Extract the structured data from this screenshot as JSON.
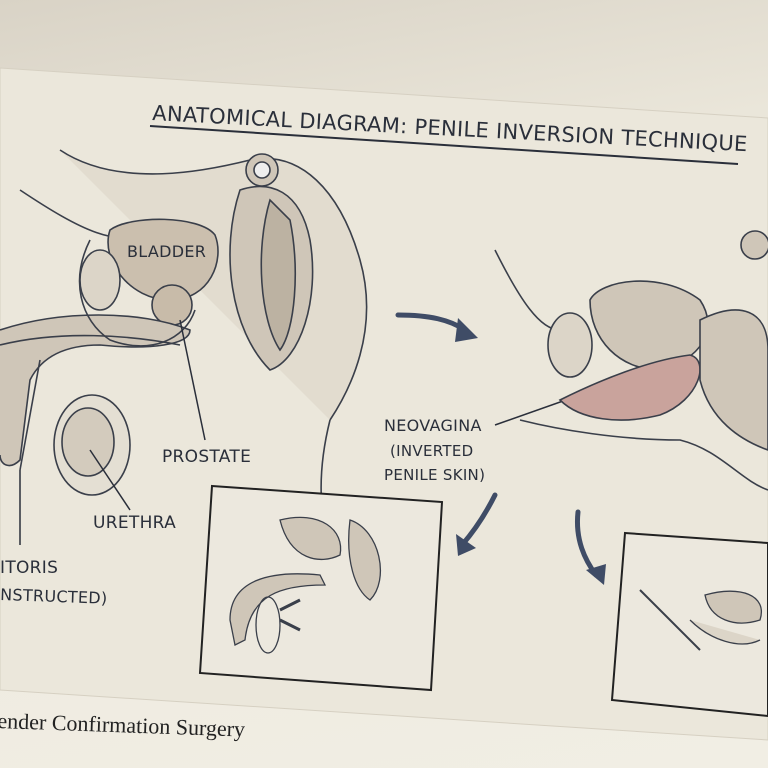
{
  "title": "ANATOMICAL DIAGRAM: PENILE INVERSION TECHNIQUE",
  "labels": {
    "bladder": "BLADDER",
    "prostate": "PROSTATE",
    "urethra": "URETHRA",
    "clitoris_line1": "ITORIS",
    "clitoris_line2": "NSTRUCTED)",
    "neovagina_line1": "NEOVAGINA",
    "neovagina_line2": "(INVERTED",
    "neovagina_line3": "PENILE SKIN)"
  },
  "caption": "ender Confirmation Surgery",
  "colors": {
    "paper": "#ebe7db",
    "ink": "#2a2f3a",
    "arrow": "#3f4c66",
    "tissue": "#cfc6b8",
    "neovagina": "#c9a39c"
  },
  "icons": [
    "arrow-right-icon",
    "arrow-down-left-icon",
    "arrow-down-icon"
  ]
}
